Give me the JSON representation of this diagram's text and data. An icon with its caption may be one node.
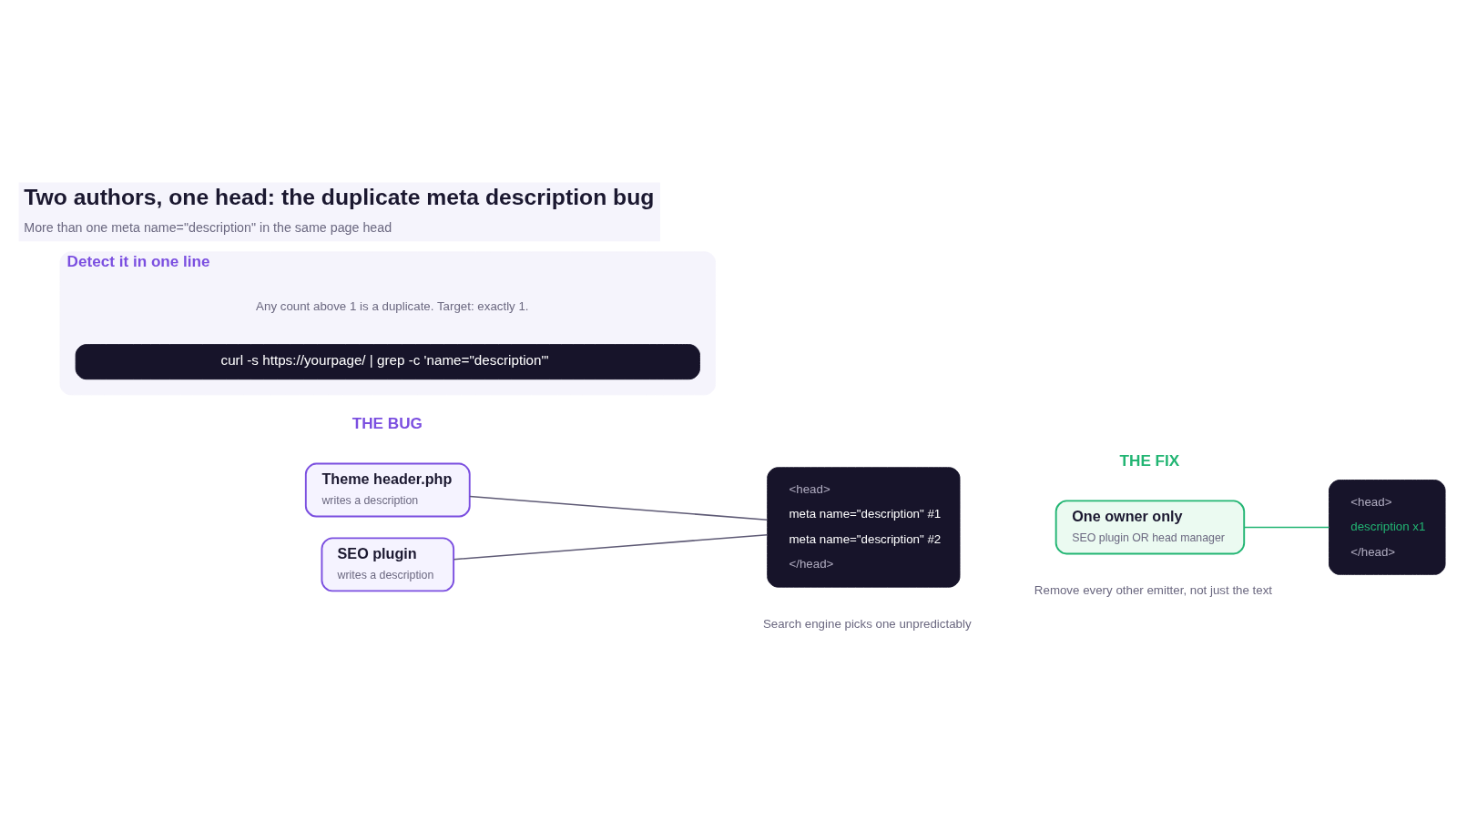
{
  "diagram": {
    "title": "Two authors, one head: the duplicate meta description bug",
    "caption": "More than one meta name=\"description\" in the same page head",
    "nodes": [
      {
        "text": [
          "Theme header.php",
          "writes a description"
        ]
      },
      {
        "text": [
          "SEO plugin",
          "writes a description"
        ]
      },
      {
        "text": [
          "<head>",
          "meta name=\"description\" #1",
          "meta name=\"description\" #2",
          "</head>"
        ],
        "beside": [
          "Search engine picks one unpredictably"
        ]
      },
      {
        "text": [
          "One owner only",
          "SEO plugin OR head manager"
        ]
      },
      {
        "text": [
          "<head>",
          "description x1",
          "</head>"
        ]
      },
      {
        "text": [
          "Detect it in one line",
          "Any count above 1 is a duplicate. Target: exactly 1."
        ]
      },
      {
        "text": [
          "curl -s https://yourpage/ | grep -c 'name=\"description\"'"
        ],
        "in": 5
      }
    ],
    "edges": [
      {
        "from": 0,
        "to": 2,
        "arrow": "none"
      },
      {
        "from": 1,
        "to": 2,
        "arrow": "none"
      },
      {
        "from": 3,
        "to": 4,
        "arrow": "none",
        "color": "#22b573"
      }
    ],
    "labels": [
      "THE BUG",
      "THE FIX",
      "Remove every other emitter, not just the text"
    ]
  }
}
